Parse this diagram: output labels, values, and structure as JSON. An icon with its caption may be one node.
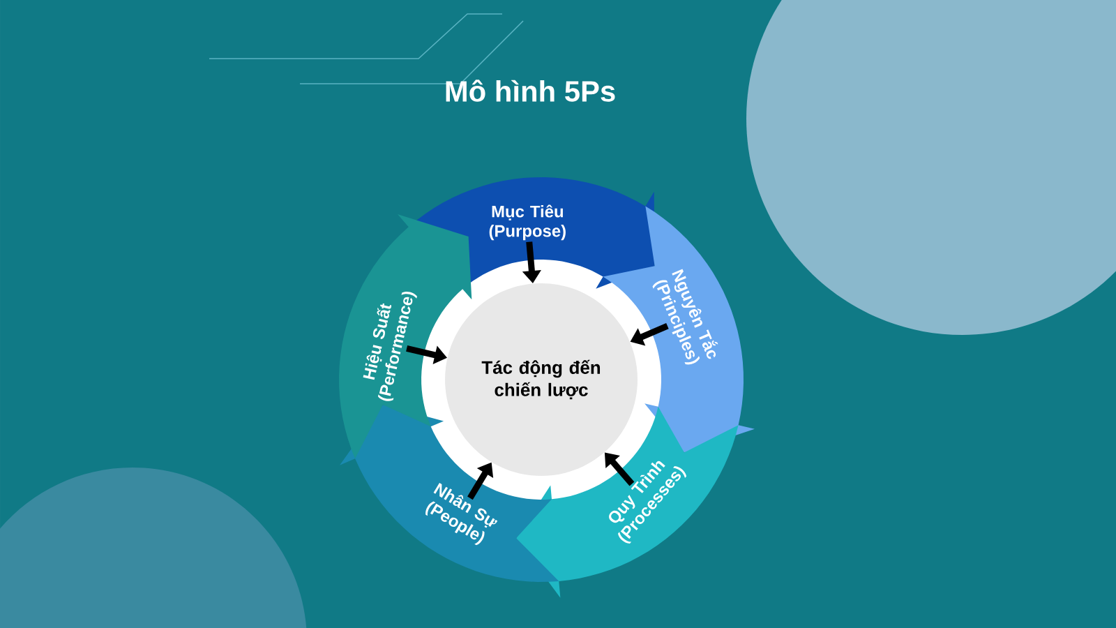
{
  "diagram": {
    "title": "Mô hình 5Ps",
    "nodes": [
      {
        "text": [
          "Tác động đến chiến lược"
        ]
      },
      {
        "text": [
          "Mục Tiêu (Purpose)"
        ]
      },
      {
        "text": [
          "Nguyên Tắc (Principles)"
        ]
      },
      {
        "text": [
          "Quy Trình (Processes)"
        ]
      },
      {
        "text": [
          "Nhân Sự (People)"
        ]
      },
      {
        "text": [
          "Hiệu Suất (Performance)"
        ]
      }
    ],
    "edges": [
      {
        "from": 1,
        "to": 0,
        "arrow": "to"
      },
      {
        "from": 2,
        "to": 0,
        "arrow": "to"
      },
      {
        "from": 3,
        "to": 0,
        "arrow": "to"
      },
      {
        "from": 4,
        "to": 0,
        "arrow": "to"
      },
      {
        "from": 5,
        "to": 0,
        "arrow": "to"
      }
    ]
  }
}
